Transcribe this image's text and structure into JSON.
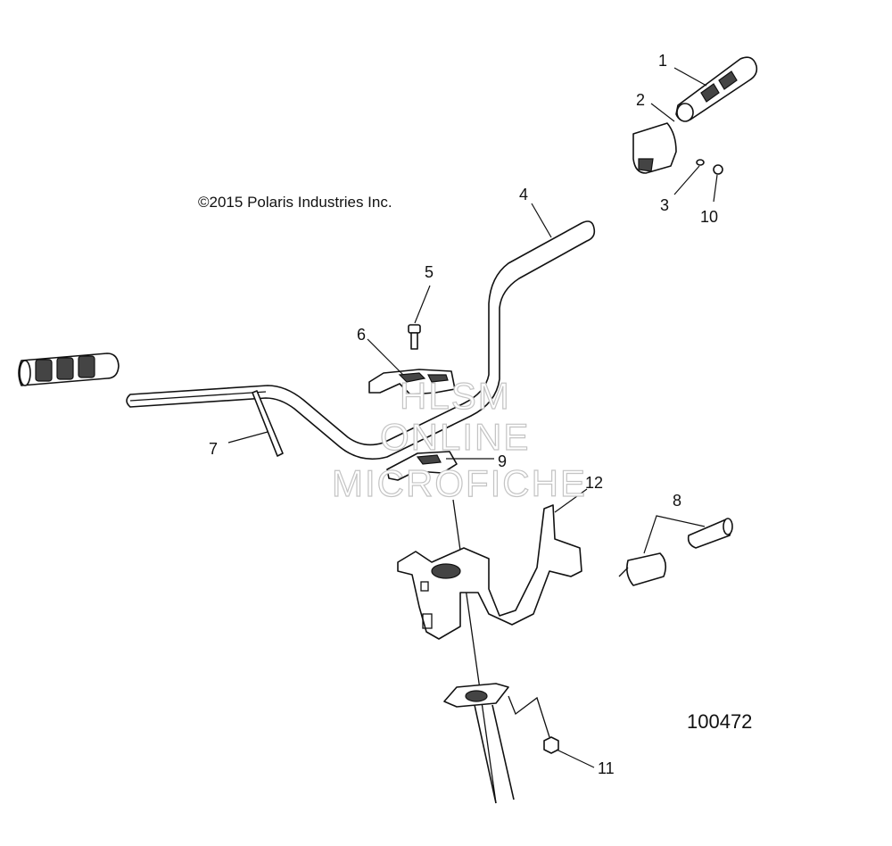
{
  "copyright": "©2015 Polaris Industries Inc.",
  "figure_number": "100472",
  "watermark": [
    "HLSM",
    "ONLINE",
    "MICROFICHE"
  ],
  "callouts": [
    {
      "id": "c1",
      "label": "1"
    },
    {
      "id": "c2",
      "label": "2"
    },
    {
      "id": "c3",
      "label": "3"
    },
    {
      "id": "c4",
      "label": "4"
    },
    {
      "id": "c5",
      "label": "5"
    },
    {
      "id": "c6",
      "label": "6"
    },
    {
      "id": "c7",
      "label": "7"
    },
    {
      "id": "c8",
      "label": "8"
    },
    {
      "id": "c9",
      "label": "9"
    },
    {
      "id": "c10",
      "label": "10"
    },
    {
      "id": "c11",
      "label": "11"
    },
    {
      "id": "c12",
      "label": "12"
    }
  ]
}
